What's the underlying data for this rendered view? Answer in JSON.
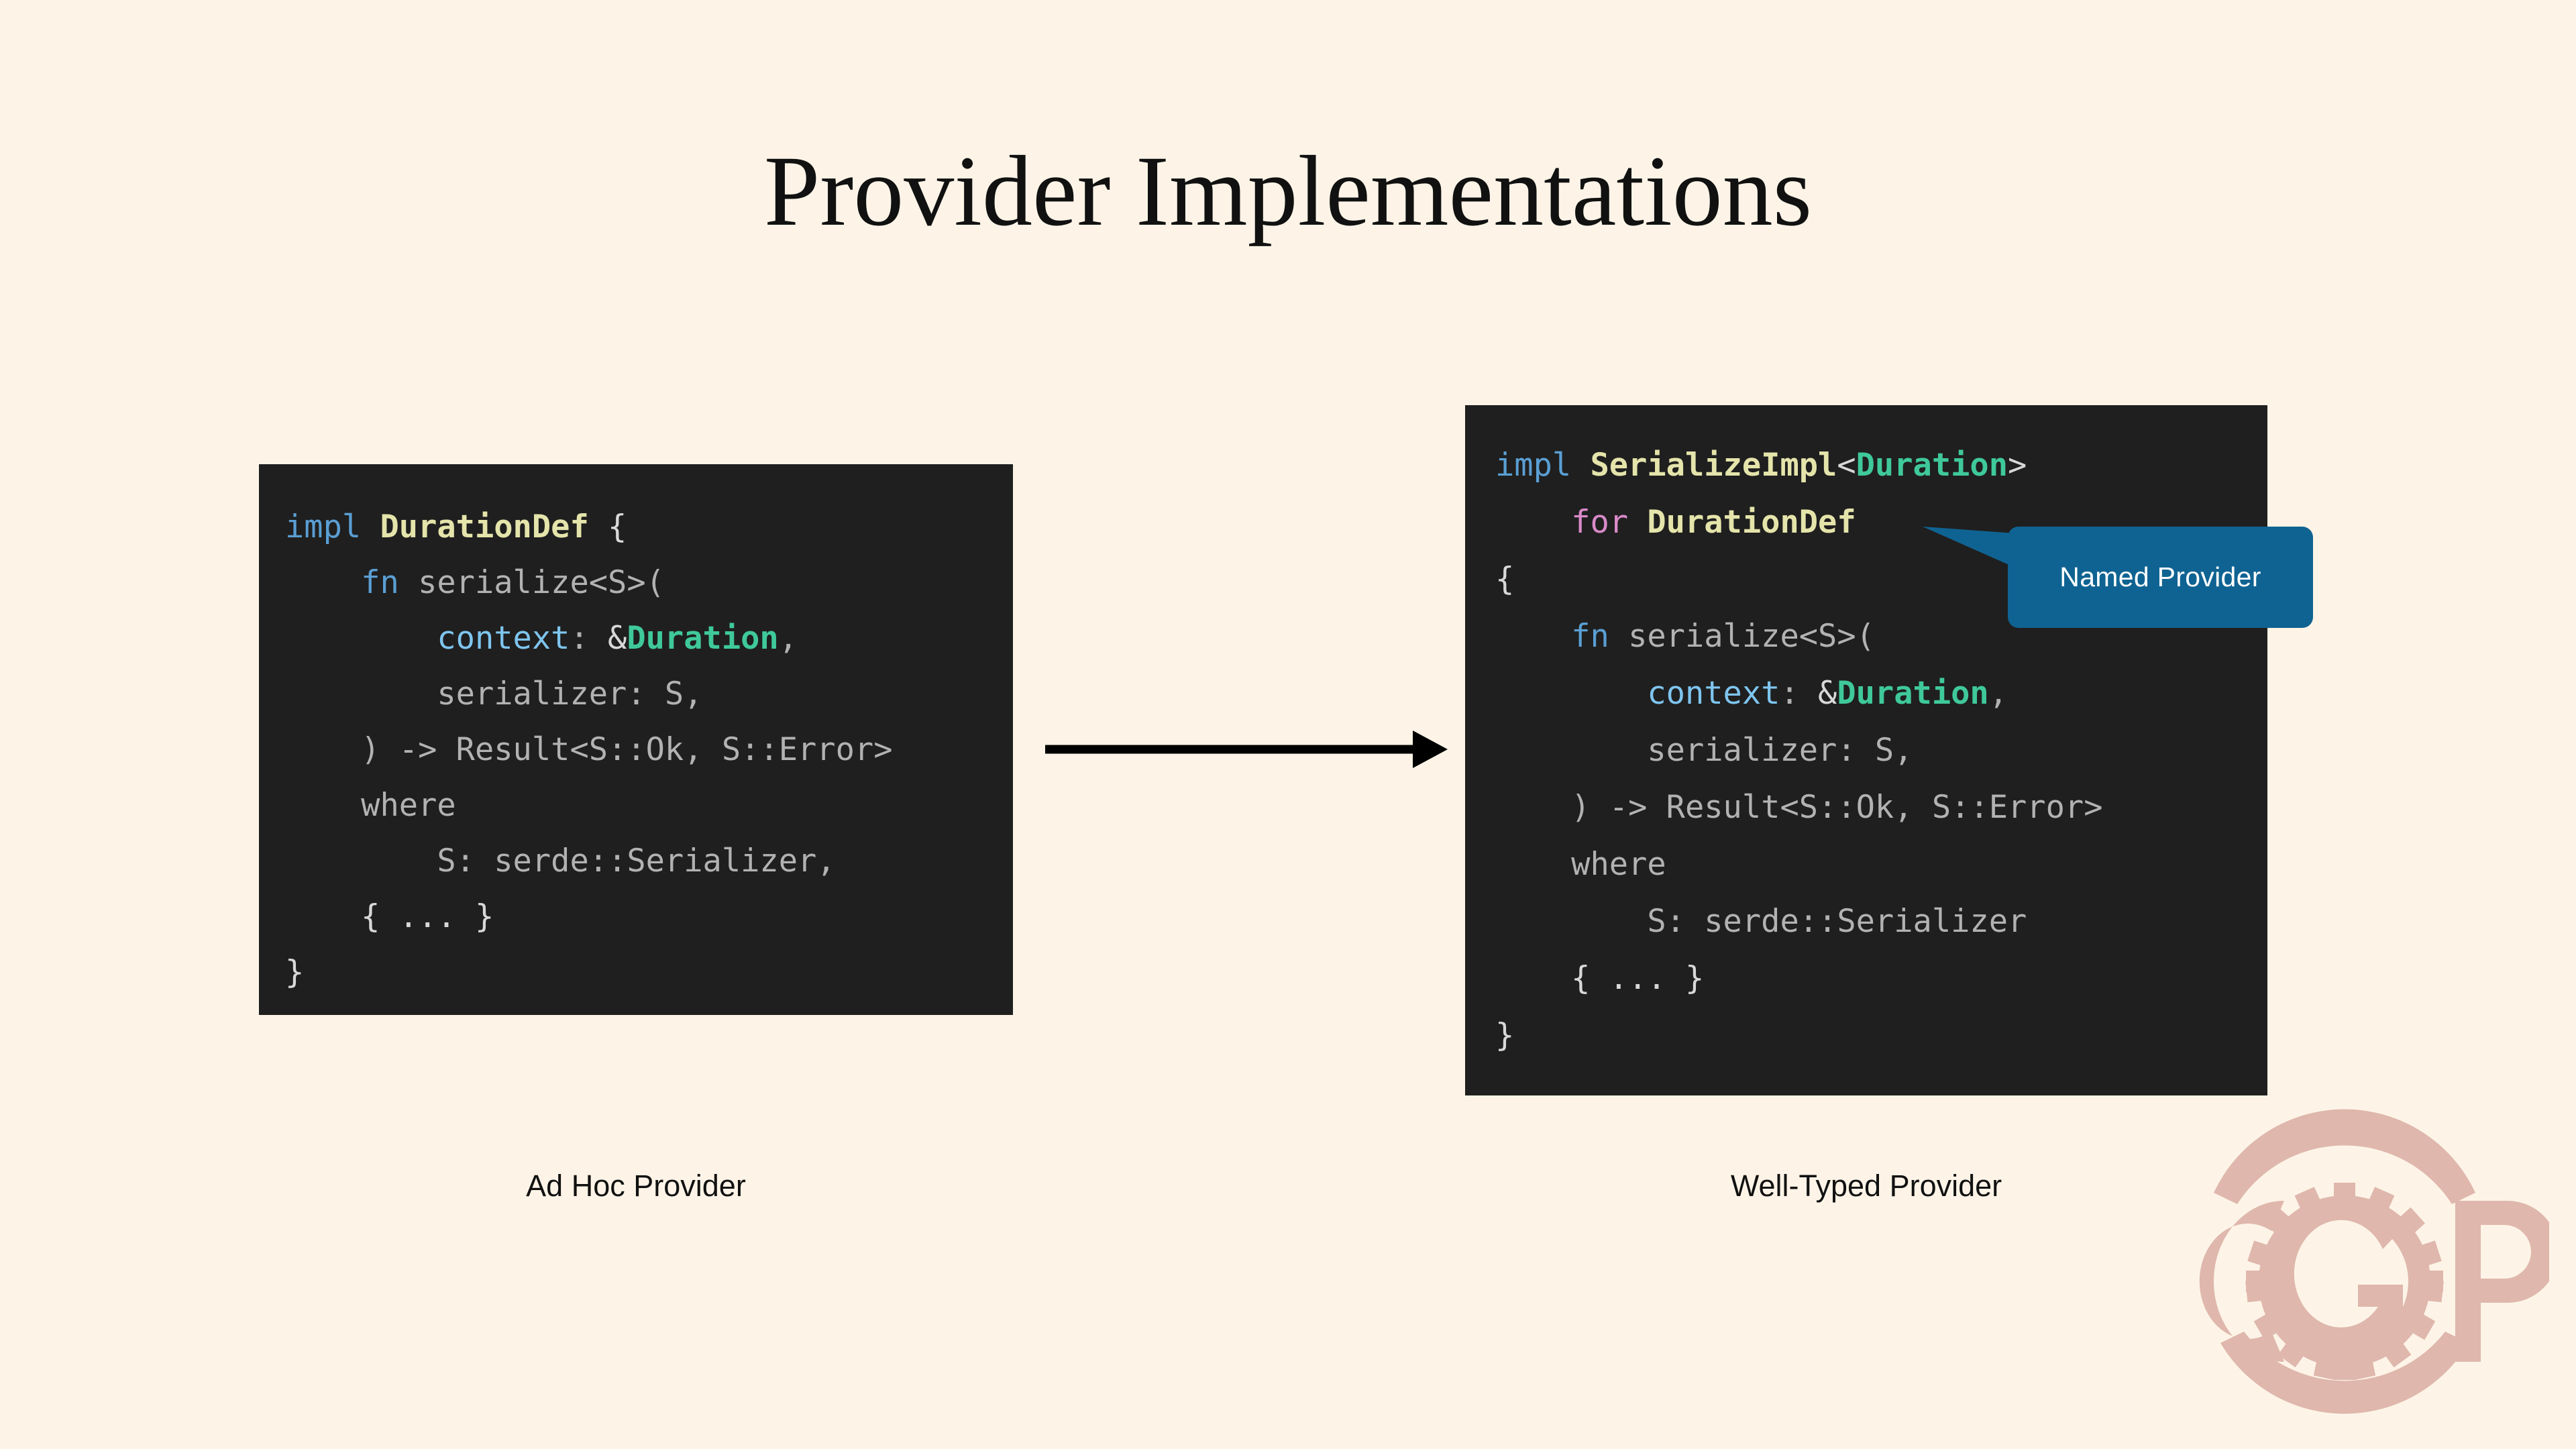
{
  "page": {
    "title": "Provider Implementations",
    "background_color": "#fdf4e7",
    "text_color": "#111111"
  },
  "colors": {
    "code_background": "#1f1f1f",
    "keyword": "#5a9fd4",
    "keyword_for": "#d98ac9",
    "type_name": "#e4e4ab",
    "primitive_type": "#3fc99a",
    "param_name": "#7ec5ef",
    "code_default": "#b2b2b2",
    "callout_background": "#0f6392",
    "callout_text": "#ffffff",
    "arrow": "#000000",
    "watermark": "#dfb7ac"
  },
  "panels": {
    "left": {
      "caption": "Ad Hoc Provider",
      "code_lines": [
        [
          {
            "text": "impl ",
            "token": "keyword"
          },
          {
            "text": "DurationDef",
            "token": "type"
          },
          {
            "text": " {",
            "token": "punct"
          }
        ],
        [
          {
            "text": "    ",
            "token": "plain"
          },
          {
            "text": "fn",
            "token": "keyword"
          },
          {
            "text": " serialize<S>(",
            "token": "plain"
          }
        ],
        [
          {
            "text": "        ",
            "token": "plain"
          },
          {
            "text": "context",
            "token": "param"
          },
          {
            "text": ": ",
            "token": "plain"
          },
          {
            "text": "&",
            "token": "punct"
          },
          {
            "text": "Duration",
            "token": "primitive"
          },
          {
            "text": ",",
            "token": "plain"
          }
        ],
        [
          {
            "text": "        serializer: S,",
            "token": "plain"
          }
        ],
        [
          {
            "text": "    ) -> Result<S::Ok, S::Error>",
            "token": "plain"
          }
        ],
        [
          {
            "text": "    where",
            "token": "plain"
          }
        ],
        [
          {
            "text": "        S: serde::Serializer,",
            "token": "plain"
          }
        ],
        [
          {
            "text": "    { ... }",
            "token": "punct"
          }
        ],
        [
          {
            "text": "}",
            "token": "punct"
          }
        ]
      ]
    },
    "right": {
      "caption": "Well-Typed Provider",
      "code_lines": [
        [
          {
            "text": "impl ",
            "token": "keyword"
          },
          {
            "text": "SerializeImpl",
            "token": "type"
          },
          {
            "text": "<",
            "token": "punct"
          },
          {
            "text": "Duration",
            "token": "primitive"
          },
          {
            "text": ">",
            "token": "punct"
          }
        ],
        [
          {
            "text": "    ",
            "token": "plain"
          },
          {
            "text": "for",
            "token": "keyword_for"
          },
          {
            "text": " ",
            "token": "plain"
          },
          {
            "text": "DurationDef",
            "token": "type"
          }
        ],
        [
          {
            "text": "{",
            "token": "punct"
          }
        ],
        [
          {
            "text": "    ",
            "token": "plain"
          },
          {
            "text": "fn",
            "token": "keyword"
          },
          {
            "text": " serialize<S>(",
            "token": "plain"
          }
        ],
        [
          {
            "text": "        ",
            "token": "plain"
          },
          {
            "text": "context",
            "token": "param"
          },
          {
            "text": ": ",
            "token": "plain"
          },
          {
            "text": "&",
            "token": "punct"
          },
          {
            "text": "Duration",
            "token": "primitive"
          },
          {
            "text": ",",
            "token": "plain"
          }
        ],
        [
          {
            "text": "        serializer: S,",
            "token": "plain"
          }
        ],
        [
          {
            "text": "    ) -> Result<S::Ok, S::Error>",
            "token": "plain"
          }
        ],
        [
          {
            "text": "    where",
            "token": "plain"
          }
        ],
        [
          {
            "text": "        S: serde::Serializer",
            "token": "plain"
          }
        ],
        [
          {
            "text": "    { ... }",
            "token": "punct"
          }
        ],
        [
          {
            "text": "}",
            "token": "punct"
          }
        ]
      ]
    }
  },
  "callout": {
    "label": "Named Provider",
    "points_at": "DurationDef"
  },
  "arrow": {
    "direction": "right",
    "from": "Ad Hoc Provider",
    "to": "Well-Typed Provider"
  },
  "watermark": {
    "letters": "CGP",
    "icon": "gear-in-circle"
  }
}
